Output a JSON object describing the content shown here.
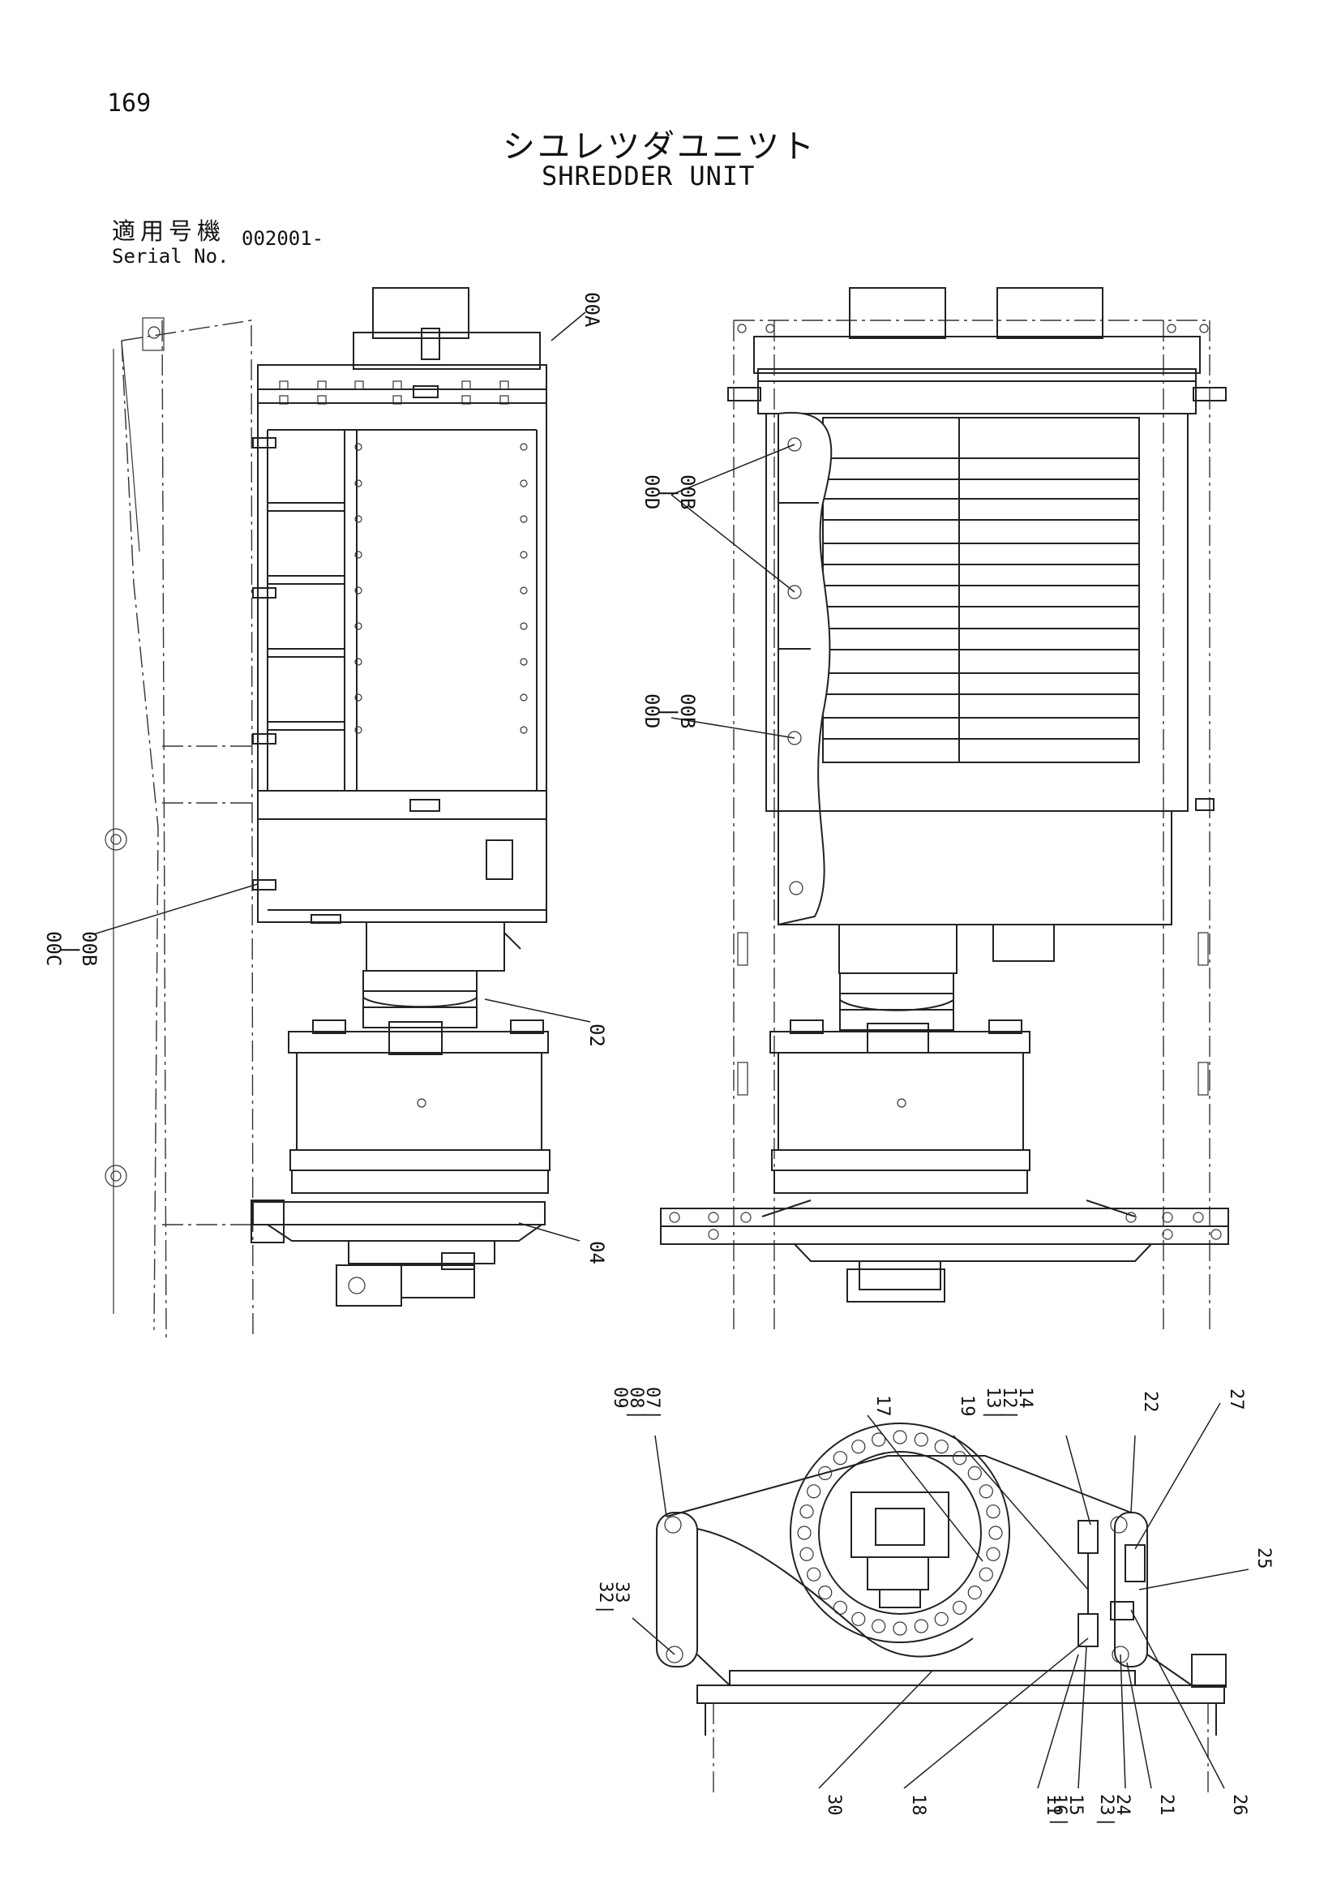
{
  "page_number": "169",
  "title_jp": "シユレツダユニツト",
  "title_en": "SHREDDER UNIT",
  "serial": {
    "label_jp": "適用号機",
    "label_en": "Serial No.",
    "value": "002001-"
  },
  "callouts": {
    "top_left": [
      "00A",
      "00B\n|\n00C",
      "02",
      "04"
    ],
    "top_right": [
      "00B\n|\n00D",
      "00B\n|\n00D"
    ],
    "bottom": [
      "07\n|\n08\n|\n09",
      "17",
      "19",
      "14",
      "12\n|\n13",
      "22",
      "27",
      "25",
      "33\n|\n32",
      "30",
      "18",
      "11",
      "15\n|\n16",
      "24\n|\n23",
      "21",
      "26"
    ]
  },
  "labels": {
    "c00A": "00A",
    "c00B_left": "00B",
    "c00C_left": "00C",
    "c02": "02",
    "c04": "04",
    "c00B_r1": "00B",
    "c00D_r1": "00D",
    "c00B_r2": "00B",
    "c00D_r2": "00D",
    "c07": "07",
    "c08": "08",
    "c09": "09",
    "c17": "17",
    "c19": "19",
    "c14": "14",
    "c12": "12",
    "c13": "13",
    "c22": "22",
    "c27": "27",
    "c25": "25",
    "c33": "33",
    "c32": "32",
    "c30": "30",
    "c18": "18",
    "c11": "11",
    "c15": "15",
    "c16": "16",
    "c24": "24",
    "c23": "23",
    "c21": "21",
    "c26": "26",
    "dash": "|"
  }
}
